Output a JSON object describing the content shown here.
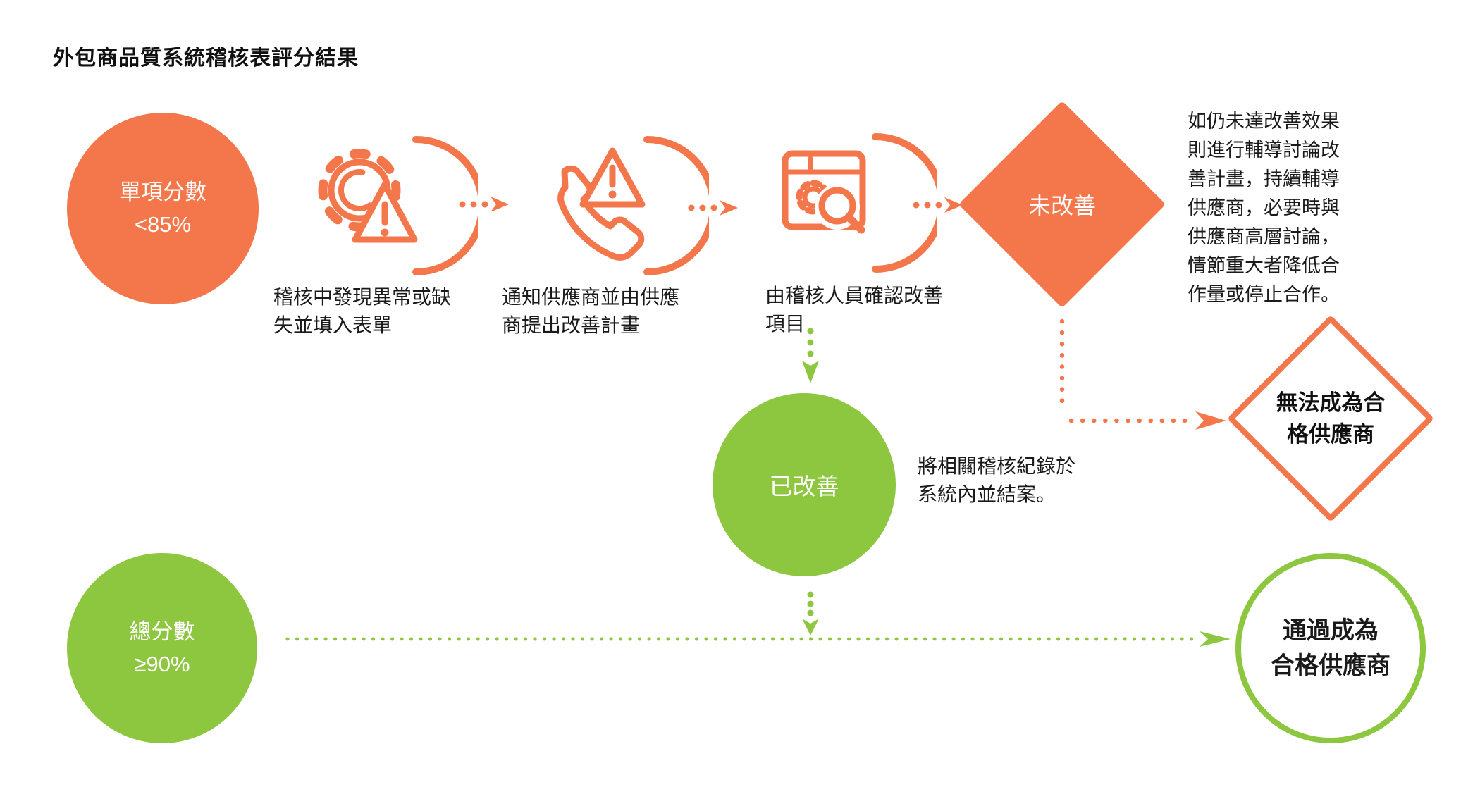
{
  "title": "外包商品質系統稽核表評分結果",
  "palette": {
    "orange": "#F4764B",
    "green": "#8DC63F",
    "text": "#1A1A1A",
    "background": "#FFFFFF"
  },
  "start": {
    "line1": "單項分數",
    "line2": "<85%"
  },
  "steps": [
    {
      "icon": "gear-warning-icon",
      "caption": "稽核中發現異常或缺失並填入表單"
    },
    {
      "icon": "phone-warning-icon",
      "caption": "通知供應商並由供應商提出改善計畫"
    },
    {
      "icon": "audit-review-icon",
      "caption": "由稽核人員確認改善項目"
    }
  ],
  "not_improved": {
    "label": "未改善",
    "note": "如仍未達改善效果則進行輔導討論改善計畫，持續輔導供應商，必要時與供應商高層討論，情節重大者降低合作量或停止合作。"
  },
  "disqualified": {
    "line1": "無法成為合",
    "line2": "格供應商"
  },
  "improved": {
    "label": "已改善",
    "note": "將相關稽核紀錄於系統內並結案。"
  },
  "total": {
    "line1": "總分數",
    "line2": "≥90%"
  },
  "qualified": {
    "line1": "通過成為",
    "line2": "合格供應商"
  }
}
